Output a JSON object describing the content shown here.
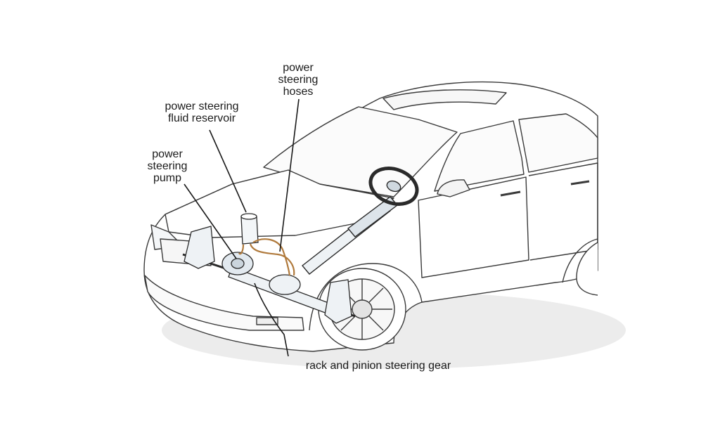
{
  "labels": {
    "hoses": [
      "power",
      "steering",
      "hoses"
    ],
    "reservoir": [
      "power steering",
      "fluid reservoir"
    ],
    "pump": [
      "power",
      "steering",
      "pump"
    ],
    "rack": [
      "rack and pinion steering gear"
    ]
  },
  "colors": {
    "outline": "#3a3a3a",
    "line": "#1a1a1a",
    "hose": "#b07a3c",
    "part_fill": "#eef2f5",
    "shadow": "#e9e9e9"
  }
}
